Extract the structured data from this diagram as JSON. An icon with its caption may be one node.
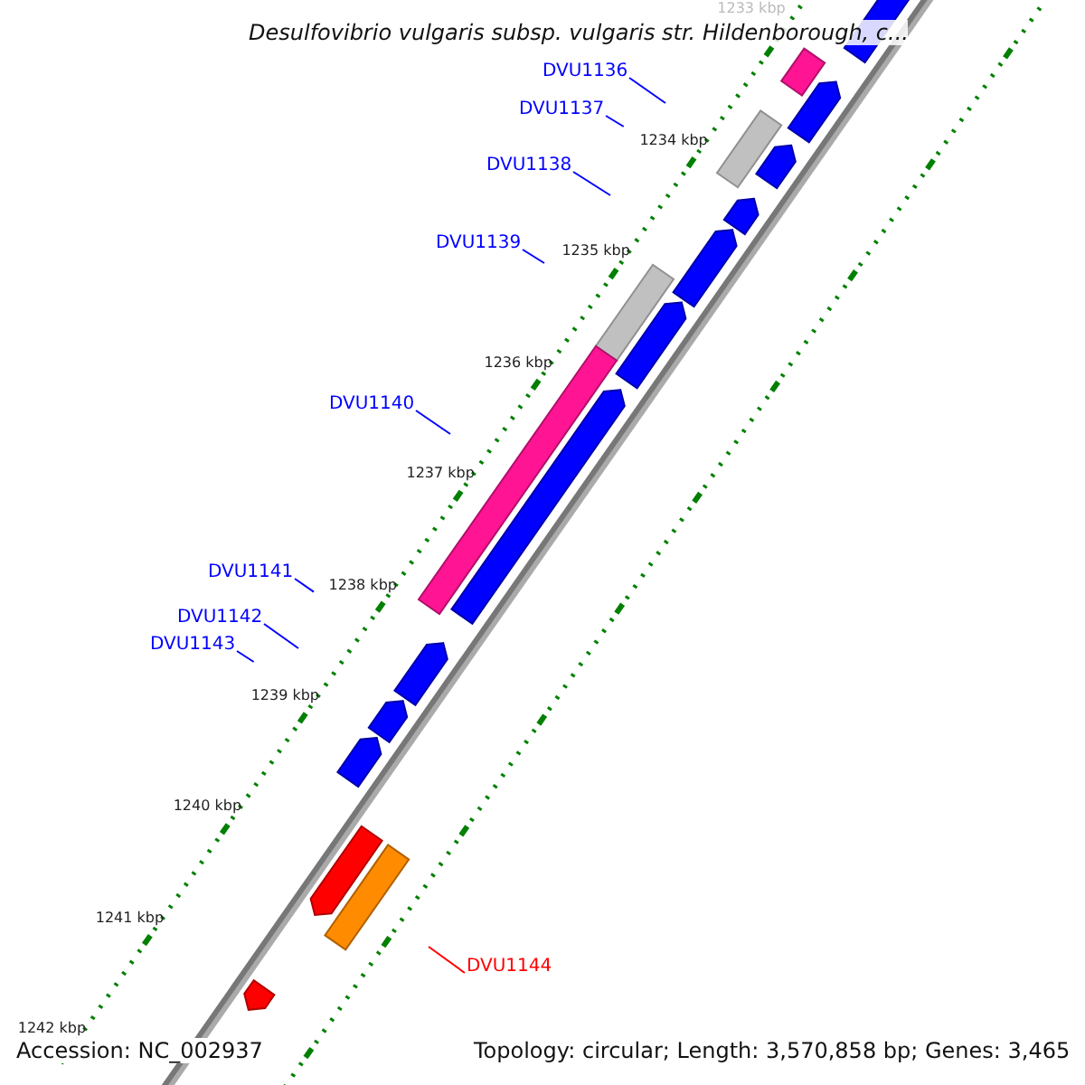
{
  "diagram": {
    "title": "Desulfovibrio vulgaris subsp. vulgaris str. Hildenborough, c...",
    "nodes": [
      {
        "text": [
          "DVU1136"
        ]
      },
      {
        "text": [
          "DVU1137"
        ]
      },
      {
        "text": [
          "DVU1138"
        ]
      },
      {
        "text": [
          "DVU1139"
        ]
      },
      {
        "text": [
          "DVU1140"
        ]
      },
      {
        "text": [
          "DVU1141"
        ]
      },
      {
        "text": [
          "DVU1142"
        ]
      },
      {
        "text": [
          "DVU1143"
        ]
      },
      {
        "text": [
          "DVU1144"
        ]
      }
    ],
    "edges": [
      {
        "from": 0,
        "to": null,
        "arrow": "none"
      },
      {
        "from": 1,
        "to": null,
        "arrow": "none"
      },
      {
        "from": 2,
        "to": null,
        "arrow": "none"
      },
      {
        "from": 3,
        "to": null,
        "arrow": "none"
      },
      {
        "from": 4,
        "to": null,
        "arrow": "none"
      },
      {
        "from": 5,
        "to": null,
        "arrow": "none"
      },
      {
        "from": 6,
        "to": null,
        "arrow": "none"
      },
      {
        "from": 7,
        "to": null,
        "arrow": "none"
      },
      {
        "from": 8,
        "to": null,
        "arrow": "none",
        "color": "#ff0000"
      }
    ],
    "labels": [
      "1233 kbp",
      "1234 kbp",
      "1235 kbp",
      "1236 kbp",
      "1237 kbp",
      "1238 kbp",
      "1239 kbp",
      "1240 kbp",
      "1241 kbp",
      "1242 kbp",
      "Accession: NC_002937",
      "Topology: circular; Length: 3,570,858 bp; Genes: 3,465"
    ]
  }
}
